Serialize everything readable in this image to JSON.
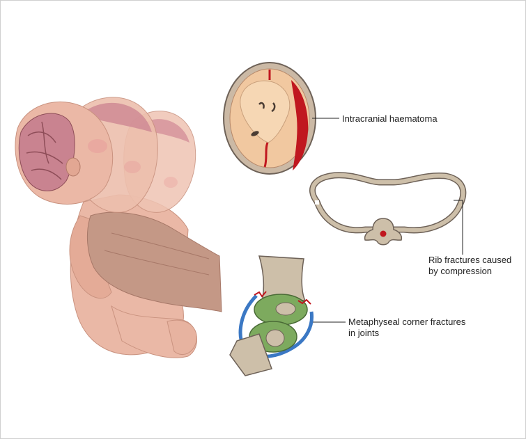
{
  "labels": {
    "haematoma": "Intracranial haematoma",
    "rib_line1": "Rib fractures caused",
    "rib_line2": "by compression",
    "meta_line1": "Metaphyseal corner fractures",
    "meta_line2": "in joints"
  },
  "colors": {
    "skin": "#eab8a6",
    "skin_shadow": "#d99a86",
    "brain": "#c98390",
    "skull": "#cbb9a5",
    "brain_tissue": "#f1c8a0",
    "blood": "#c0171f",
    "bone": "#cdbfa9",
    "cartilage": "#7daa5e",
    "joint_capsule": "#3b78c4",
    "hand": "#c49886"
  }
}
